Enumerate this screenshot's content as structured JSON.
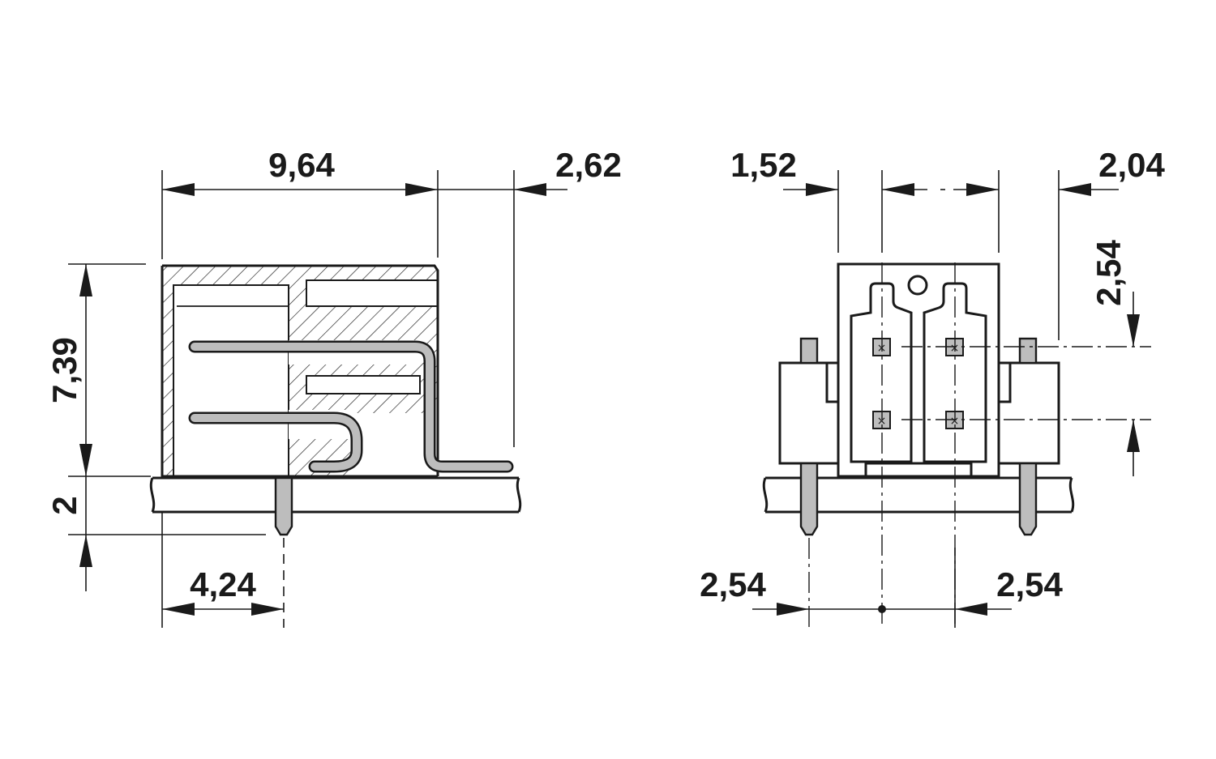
{
  "side_view": {
    "dim_width": "9,64",
    "dim_overhang": "2,62",
    "dim_height": "7,39",
    "dim_pin_length": "2",
    "dim_pin_offset": "4,24"
  },
  "front_view": {
    "dim_left_edge": "1,52",
    "dim_right_edge": "2,04",
    "dim_row_pitch": "2,54",
    "dim_pitch_left": "2,54",
    "dim_pitch_right": "2,54"
  },
  "colors": {
    "line": "#1a1a1a",
    "pin_fill": "#bdbdbd",
    "background": "#ffffff"
  }
}
